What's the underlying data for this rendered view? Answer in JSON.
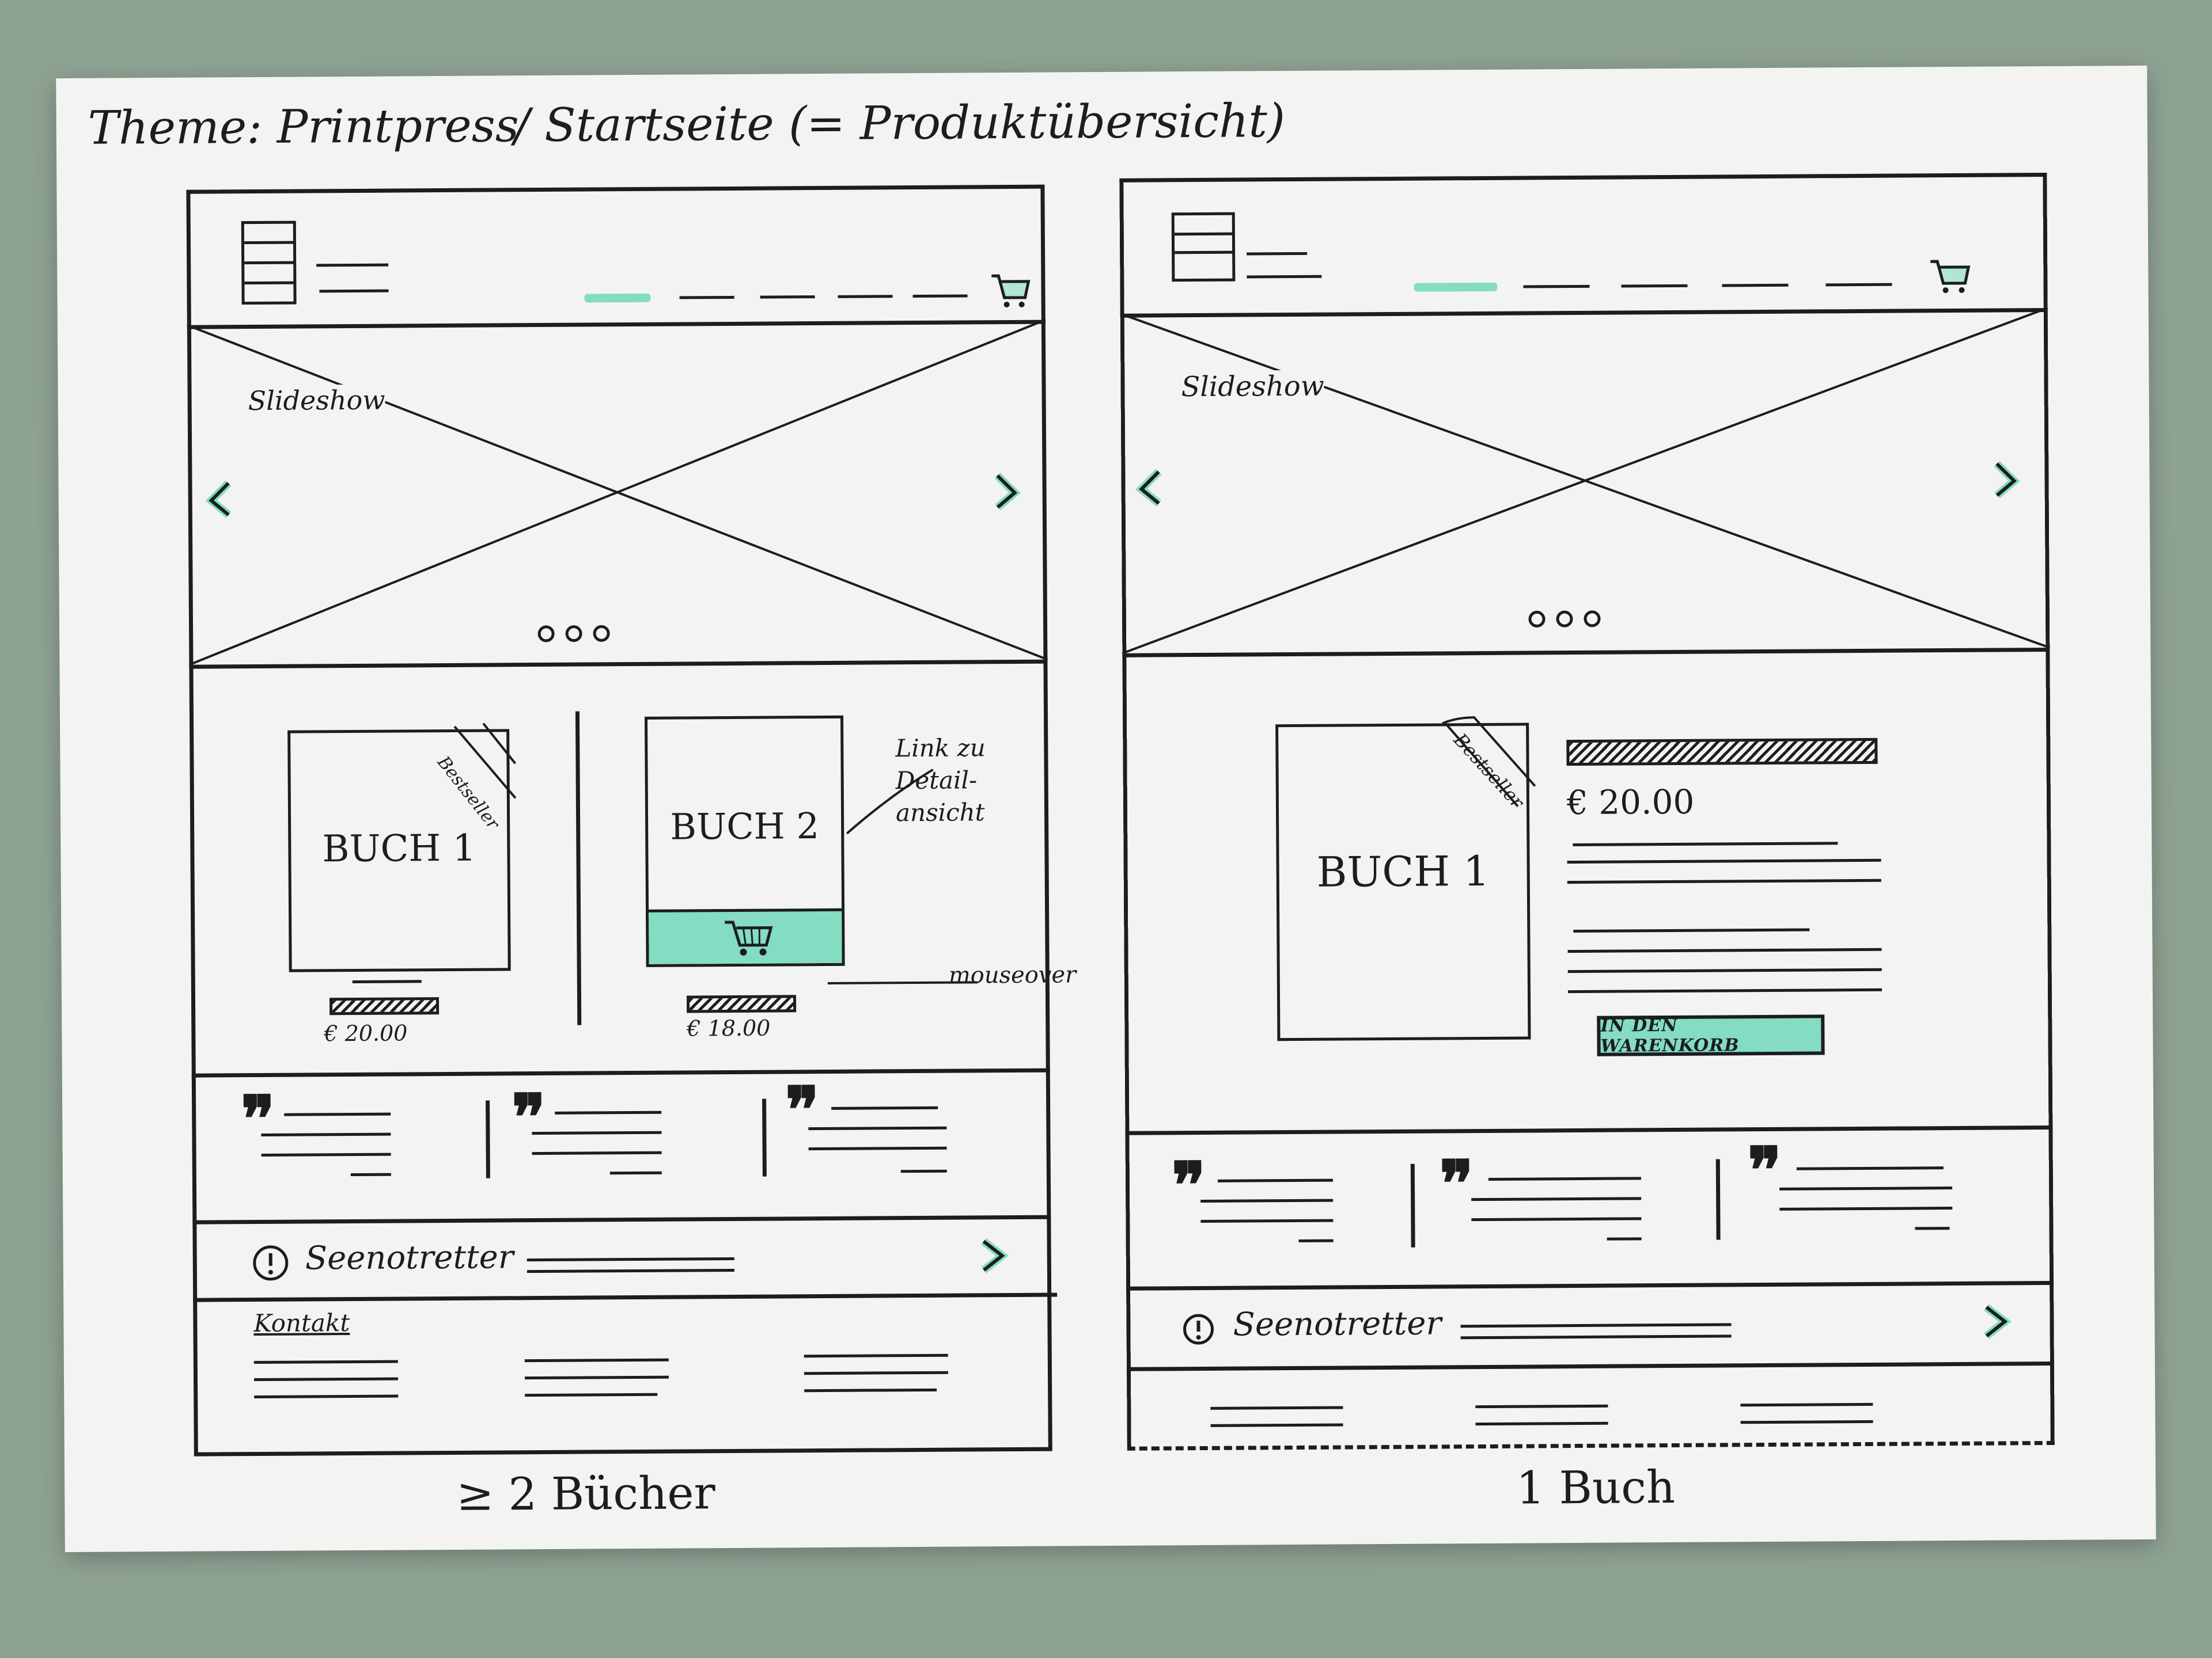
{
  "sheet": {
    "title_theme": "Theme: Printpress",
    "title_page": "/ Startseite (= Produktübersicht)"
  },
  "left_wireframe": {
    "caption": "≥ 2 Bücher",
    "slideshow_label": "Slideshow",
    "products": [
      {
        "title": "BUCH 1",
        "badge": "Bestseller",
        "price": "€ 20.00"
      },
      {
        "title": "BUCH 2",
        "price": "€ 18.00"
      }
    ],
    "annotations": {
      "link": "Link zu Detail-ansicht",
      "mouseover": "mouseover"
    },
    "notice_label": "Seenotretter",
    "footer_label": "Kontakt"
  },
  "right_wireframe": {
    "caption": "1 Buch",
    "slideshow_label": "Slideshow",
    "product": {
      "title": "BUCH 1",
      "badge": "Bestseller",
      "price": "€ 20.00",
      "cart_button": "IN DEN WARENKORB"
    },
    "notice_label": "Seenotretter"
  },
  "colors": {
    "accent": "#84dcc2",
    "ink": "#1b1d1e",
    "paper": "#f3f4f1",
    "background": "#8ea293"
  },
  "icons": [
    "menu-icon",
    "cart-icon",
    "chevron-left-icon",
    "chevron-right-icon",
    "quote-icon",
    "info-icon"
  ]
}
